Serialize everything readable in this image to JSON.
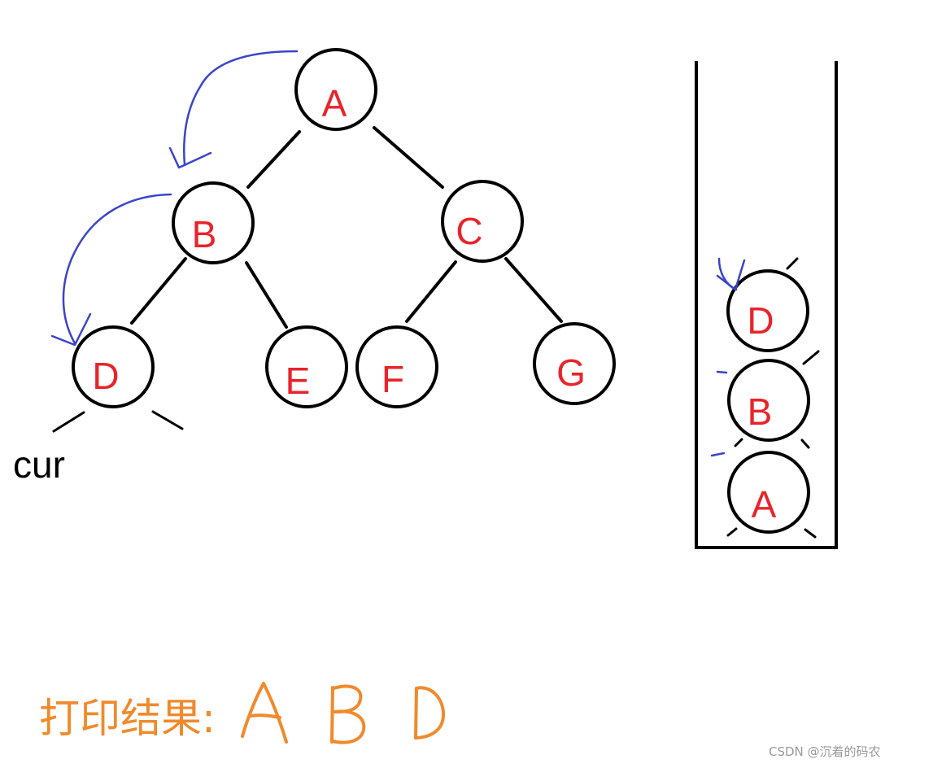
{
  "colors": {
    "node_text": "#e8242b",
    "arrow": "#3b44c8",
    "result": "#f08a2c",
    "line": "#000000",
    "watermark": "#9a9a9a"
  },
  "tree": {
    "nodes": [
      {
        "id": "A",
        "label": "A"
      },
      {
        "id": "B",
        "label": "B"
      },
      {
        "id": "C",
        "label": "C"
      },
      {
        "id": "D",
        "label": "D"
      },
      {
        "id": "E",
        "label": "E"
      },
      {
        "id": "F",
        "label": "F"
      },
      {
        "id": "G",
        "label": "G"
      }
    ],
    "edges": [
      [
        "A",
        "B"
      ],
      [
        "A",
        "C"
      ],
      [
        "B",
        "D"
      ],
      [
        "B",
        "E"
      ],
      [
        "C",
        "F"
      ],
      [
        "C",
        "G"
      ]
    ]
  },
  "pointer_label": "cur",
  "stack": {
    "items": [
      "D",
      "B",
      "A"
    ]
  },
  "result": {
    "label": "打印结果:",
    "values": [
      "A",
      "B",
      "D"
    ]
  },
  "watermark": "CSDN @沉着的码农"
}
